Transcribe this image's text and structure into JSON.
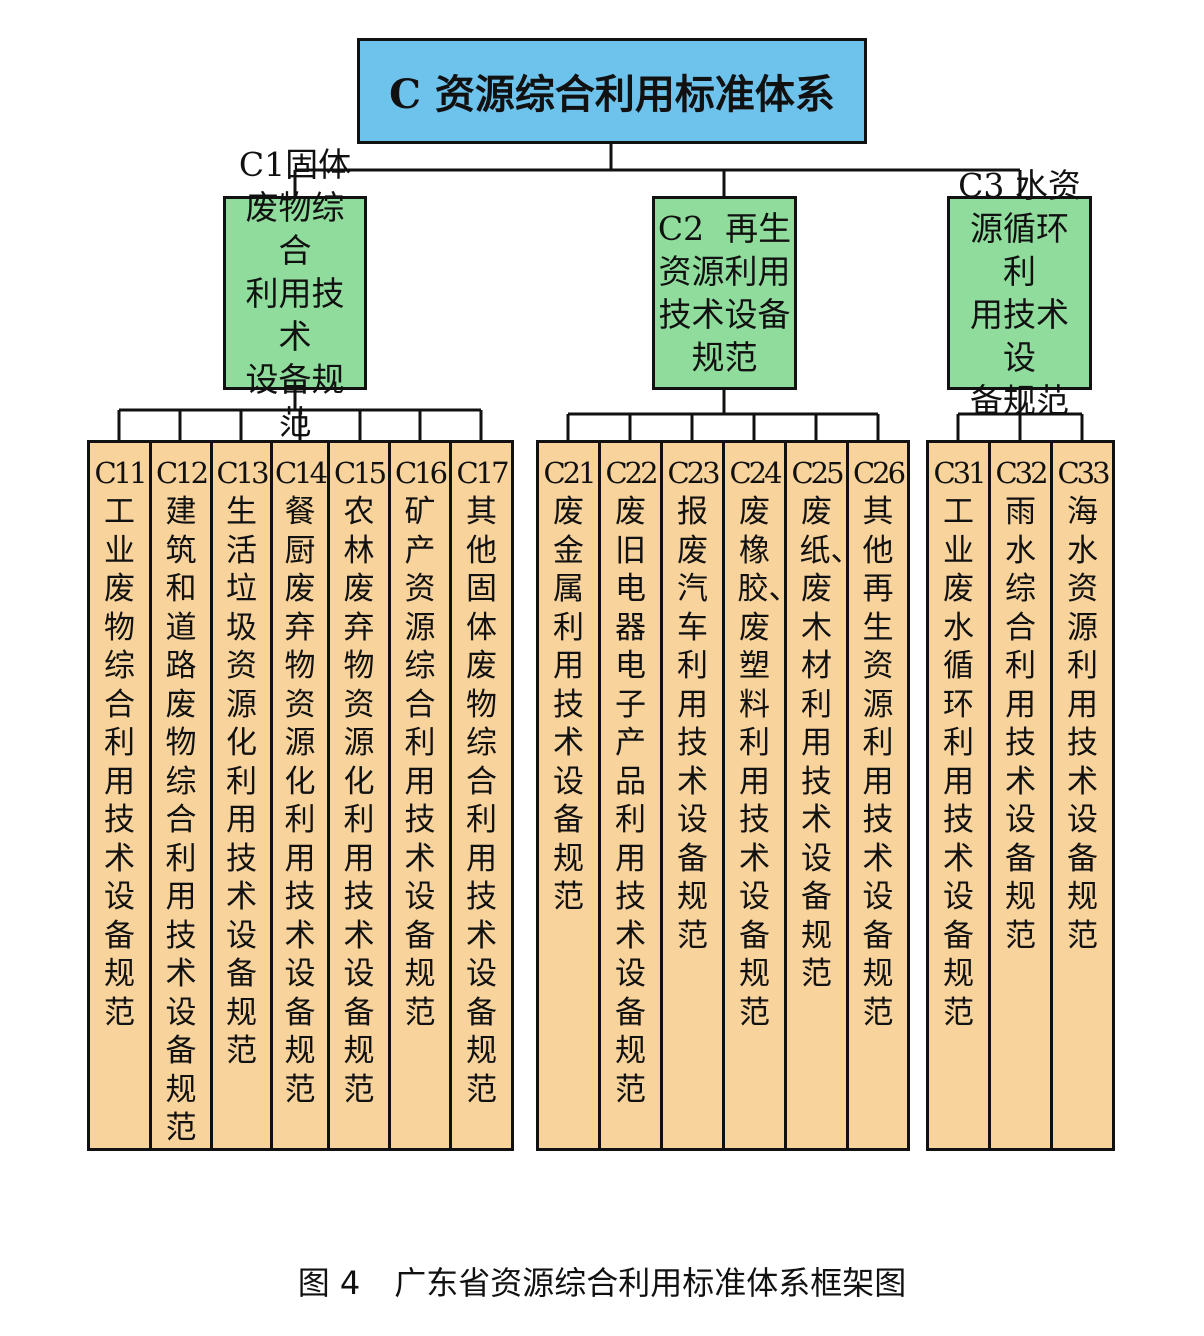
{
  "root": {
    "title": "C 资源综合利用标准体系"
  },
  "groups": [
    {
      "lines": [
        "C1固体",
        "废物综合",
        "利用技术",
        "设备规范"
      ],
      "leaves": [
        {
          "code": "C11",
          "text": "工业废物综合利用技术设备规范"
        },
        {
          "code": "C12",
          "text": "建筑和道路废物综合利用技术设备规范"
        },
        {
          "code": "C13",
          "text": "生活垃圾资源化利用技术设备规范"
        },
        {
          "code": "C14",
          "text": "餐厨废弃物资源化利用技术设备规范"
        },
        {
          "code": "C15",
          "text": "农林废弃物资源化利用技术设备规范"
        },
        {
          "code": "C16",
          "text": "矿产资源综合利用技术设备规范"
        },
        {
          "code": "C17",
          "text": "其他固体废物综合利用技术设备规范"
        }
      ]
    },
    {
      "lines": [
        "C2  再生",
        "资源利用",
        "技术设备",
        "规范"
      ],
      "leaves": [
        {
          "code": "C21",
          "text": "废金属利用技术设备规范"
        },
        {
          "code": "C22",
          "text": "废旧电器电子产品利用技术设备规范"
        },
        {
          "code": "C23",
          "text": "报废汽车利用技术设备规范"
        },
        {
          "code": "C24",
          "text": "废橡胶、废塑料利用技术设备规范"
        },
        {
          "code": "C25",
          "text": "废纸、废木材利用技术设备规范"
        },
        {
          "code": "C26",
          "text": "其他再生资源利用技术设备规范"
        }
      ]
    },
    {
      "lines": [
        "C3 水资",
        "源循环利",
        "用技术设",
        "备规范"
      ],
      "leaves": [
        {
          "code": "C31",
          "text": "工业废水循环利用技术设备规范"
        },
        {
          "code": "C32",
          "text": "雨水综合利用技术设备规范"
        },
        {
          "code": "C33",
          "text": "海水资源利用技术设备规范"
        }
      ]
    }
  ],
  "caption": {
    "figure": "图 4",
    "title": "广东省资源综合利用标准体系框架图"
  }
}
